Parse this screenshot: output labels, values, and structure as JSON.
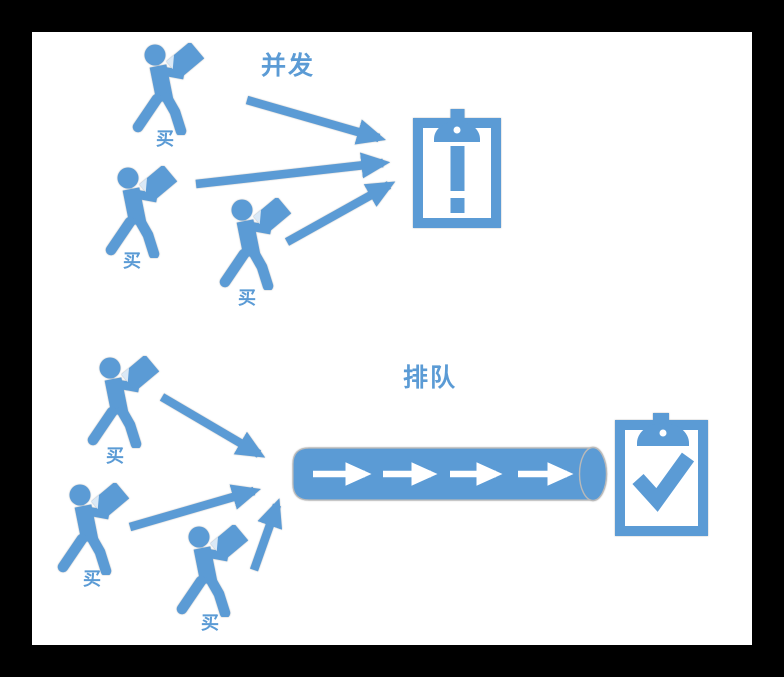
{
  "diagram": {
    "background_color": "#ffffff",
    "frame_color": "#000000",
    "accent_color": "#5b9bd5",
    "pipe_arrow_color": "#ffffff",
    "sections": {
      "concurrent": {
        "title": "并发",
        "buyers": [
          {
            "label": "买",
            "icon": "person-holding-card-icon"
          },
          {
            "label": "买",
            "icon": "person-holding-card-icon"
          },
          {
            "label": "买",
            "icon": "person-holding-card-icon"
          }
        ],
        "arrows": 3,
        "result_icon": "clipboard-exclamation-icon"
      },
      "queue": {
        "title": "排队",
        "buyers": [
          {
            "label": "买",
            "icon": "person-holding-card-icon"
          },
          {
            "label": "买",
            "icon": "person-holding-card-icon"
          },
          {
            "label": "买",
            "icon": "person-holding-card-icon"
          }
        ],
        "arrows": 3,
        "pipe_icon": "queue-pipe-icon",
        "pipe_inner_arrows": 4,
        "result_icon": "clipboard-check-icon"
      }
    }
  }
}
